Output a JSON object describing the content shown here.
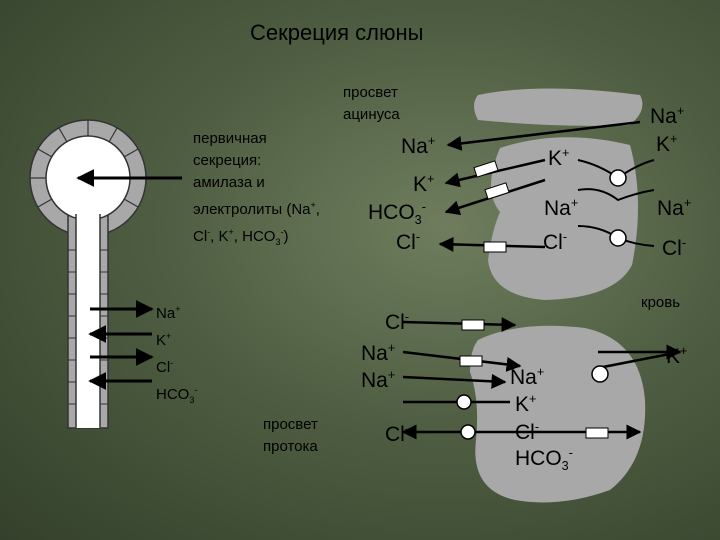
{
  "title": "Секреция слюны",
  "acinus_lumen_label": [
    "просвет",
    "ацинуса"
  ],
  "primary_secretion": {
    "lines": [
      "первичная",
      "секреция:",
      "амилаза и",
      "электролиты (Na",
      "Cl",
      ", K",
      ", HCO"
    ],
    "plus": "+",
    "minus": "-",
    "comma": ",",
    "sub3": "3",
    "close_paren": ")"
  },
  "duct_ions": {
    "na": "Na",
    "k": "K",
    "cl": "Cl",
    "hco": "HCO",
    "plus": "+",
    "minus": "-",
    "sub3": "3"
  },
  "blood_label": "кровь",
  "duct_lumen_label": [
    "просвет",
    "протока"
  ],
  "acinar_cell": {
    "na_out_lumen": "Na",
    "k_lumen": "K",
    "hco_lumen": "HCO",
    "cl_lumen": "Cl",
    "k_inside": "K",
    "na_inside": "Na",
    "cl_inside": "Cl",
    "na_blood": "Na",
    "k_blood": "K",
    "na_blood2": "Na",
    "cl_blood": "Cl",
    "plus": "+",
    "minus": "-",
    "sub3": "3"
  },
  "duct_cell": {
    "cl_lumen_top": "Cl",
    "na_lumen1": "Na",
    "na_lumen2": "Na",
    "cl_lumen_bottom": "Cl",
    "na_inside": "Na",
    "k_inside": "K",
    "cl_inside": "Cl",
    "hco_inside": "HCO",
    "k_blood": "K",
    "plus": "+",
    "minus": "-",
    "sub3": "3"
  },
  "colors": {
    "cell_fill": "#a8a8a8",
    "arrow": "#000000",
    "pump": "#ffffff",
    "duct_fill": "#ffffff"
  }
}
